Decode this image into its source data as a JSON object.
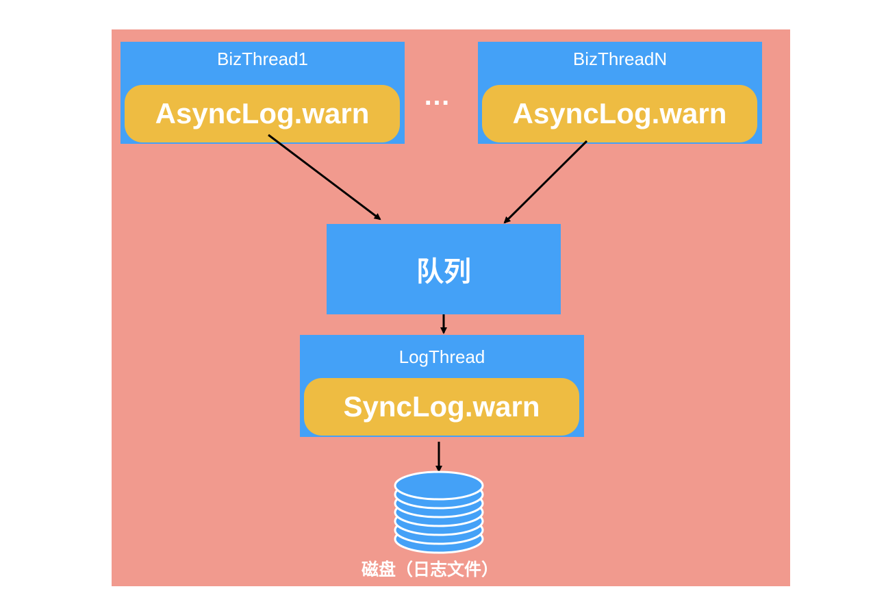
{
  "threads": [
    {
      "title": "BizThread1",
      "call": "AsyncLog.warn"
    },
    {
      "title": "BizThreadN",
      "call": "AsyncLog.warn"
    }
  ],
  "ellipsis": "…",
  "queue": {
    "label": "队列"
  },
  "log_thread": {
    "title": "LogThread",
    "call": "SyncLog.warn"
  },
  "disk": {
    "label": "磁盘（日志文件）"
  },
  "colors": {
    "background": "#f19a8e",
    "box_blue": "#44a1f7",
    "pill_yellow": "#eebc42",
    "arrow": "#000000",
    "text": "#ffffff"
  }
}
